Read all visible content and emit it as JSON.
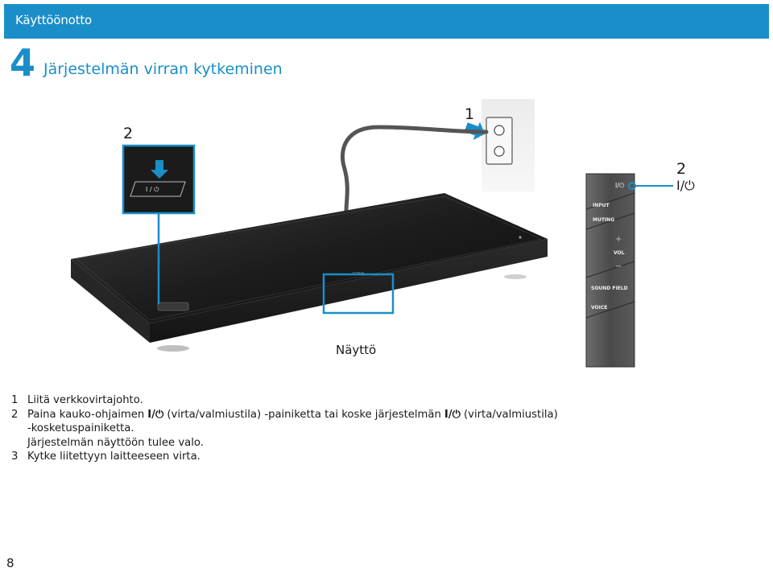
{
  "header": {
    "title": "Käyttöönotto"
  },
  "section": {
    "number": "4",
    "title": "Järjestelmän virran kytkeminen"
  },
  "figure": {
    "callout_top_left": "2",
    "callout_outlet": "1",
    "callout_panel": "2",
    "panel_power_symbol": "I/⏻",
    "display_label": "Näyttö",
    "panel_buttons": [
      "INPUT",
      "MUTING",
      "VOL",
      "SOUND FIELD",
      "VOICE"
    ],
    "panel_power_label": "I/⏻",
    "touch_key_label": "I / ⏻",
    "brand": "SONY"
  },
  "instructions": {
    "step1_num": "1",
    "step1_text": "Liitä verkkovirtajohto.",
    "step2_num": "2",
    "step2_part1": "Paina kauko-ohjaimen",
    "power_symbol": "I/⏻",
    "step2_part2": "(virta/valmiustila) -painiketta tai koske järjestelmän",
    "step2_part3": "(virta/valmiustila)",
    "step2_cont1": "-kosketuspainiketta.",
    "step2_cont2": "Järjestelmän näyttöön tulee valo.",
    "step3_num": "3",
    "step3_text": "Kytke liitettyyn laitteeseen virta."
  },
  "footer": {
    "page_number": "8"
  }
}
